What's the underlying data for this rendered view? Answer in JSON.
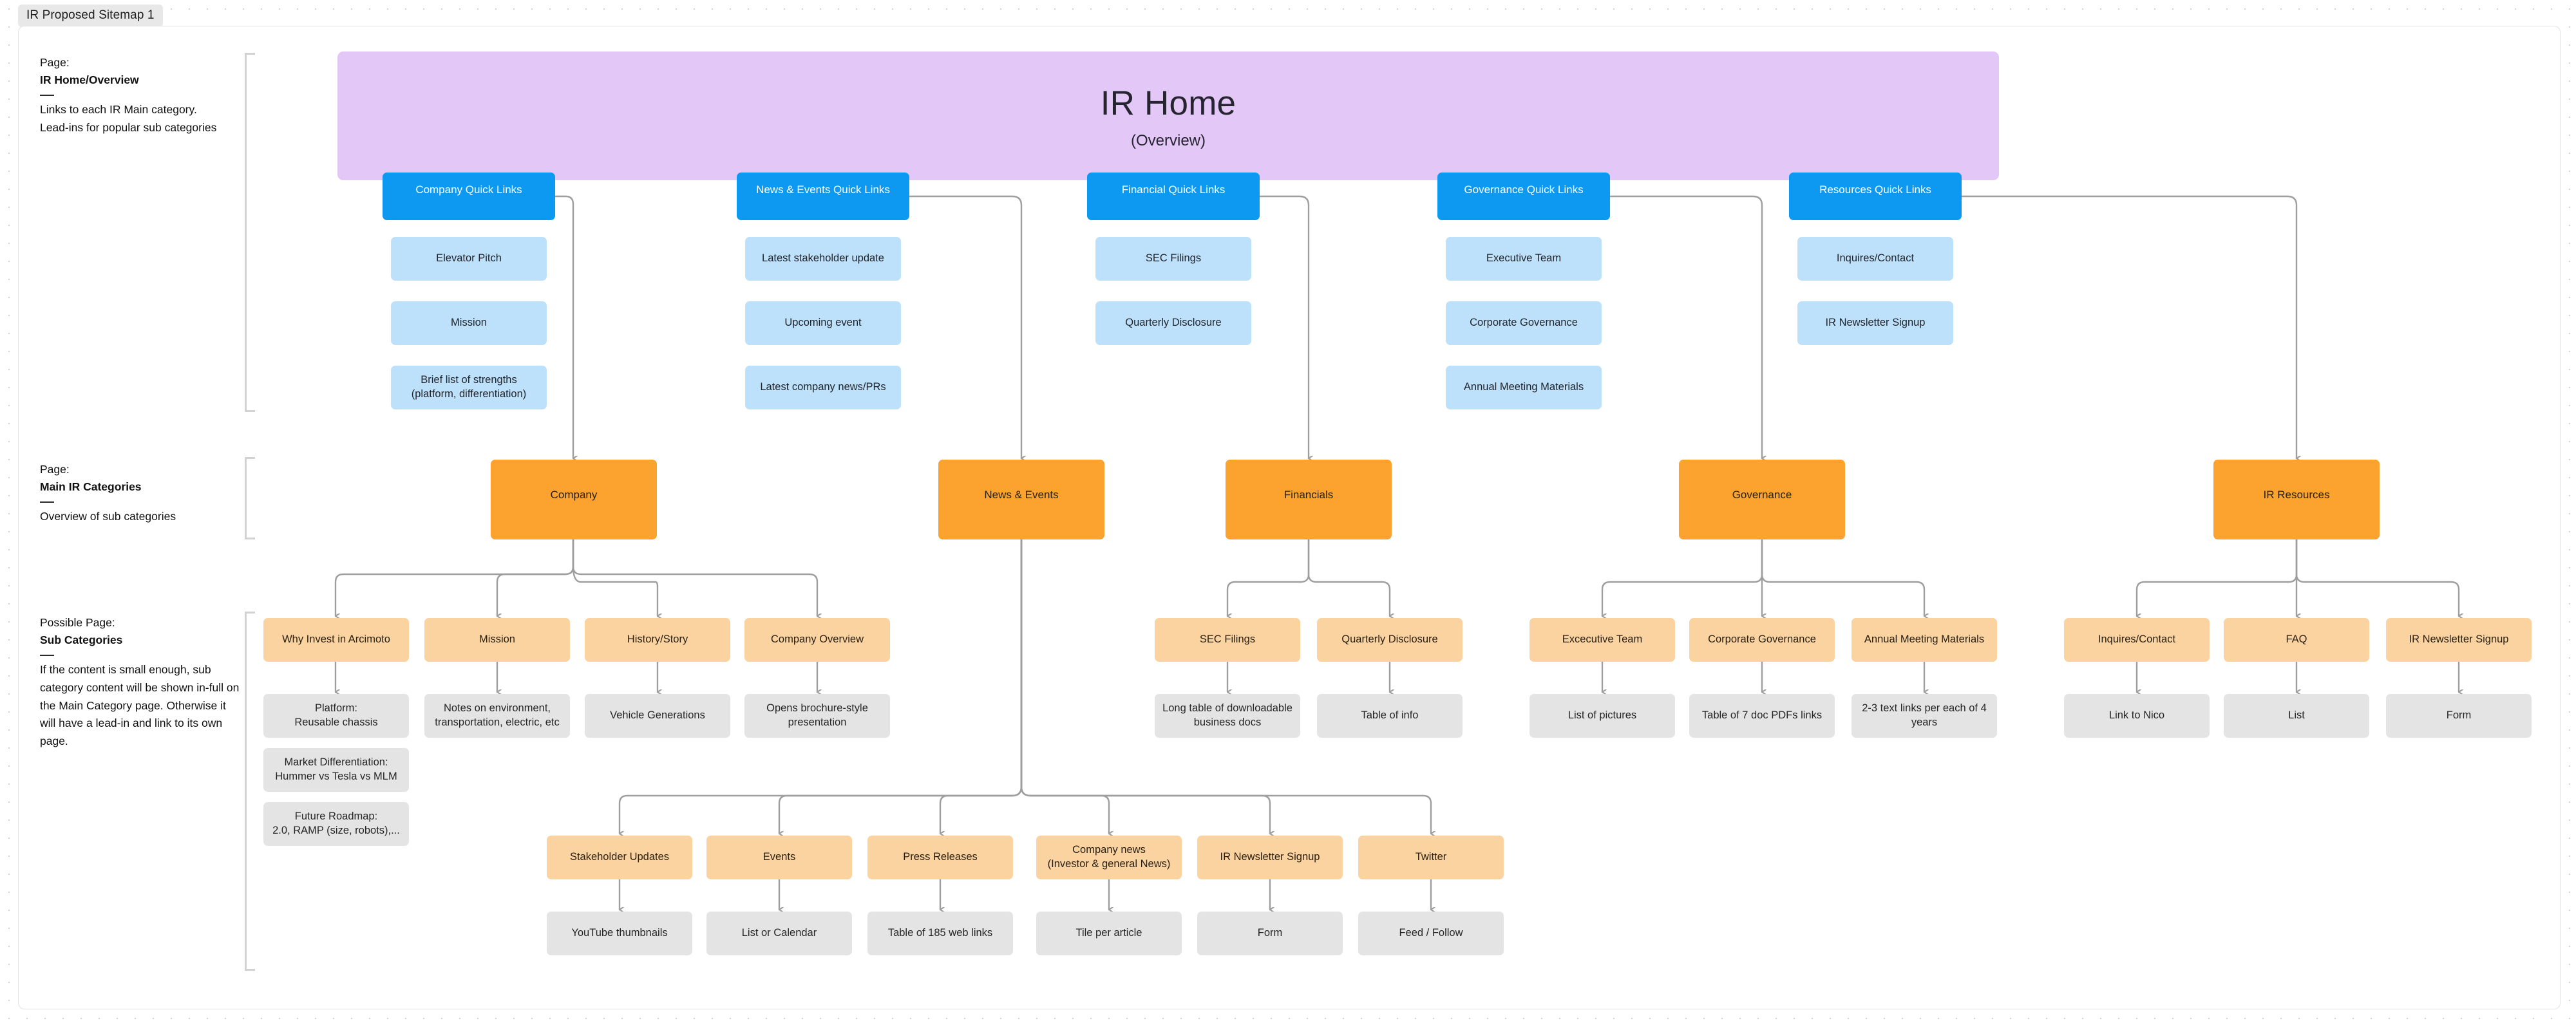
{
  "frame": {
    "tab_label": "IR Proposed Sitemap 1"
  },
  "annotations": [
    {
      "kicker": "Page:",
      "title": "IR Home/Overview",
      "body": "Links to each IR Main category.\nLead-ins for popular sub categories"
    },
    {
      "kicker": "Page:",
      "title": "Main IR Categories",
      "body": "Overview of sub categories"
    },
    {
      "kicker": "Possible Page:",
      "title": "Sub Categories",
      "body": "If the content is small enough, sub category content will be shown in-full on the Main Category page. Otherwise it will have a lead-in and link to its own page."
    }
  ],
  "hero": {
    "title": "IR Home",
    "subtitle": "(Overview)"
  },
  "quick_links": [
    {
      "header": "Company Quick Links",
      "items": [
        "Elevator Pitch",
        "Mission",
        "Brief list of strengths\n(platform, differentiation)"
      ]
    },
    {
      "header": "News & Events Quick Links",
      "items": [
        "Latest stakeholder update",
        "Upcoming event",
        "Latest company news/PRs"
      ]
    },
    {
      "header": "Financial Quick Links",
      "items": [
        "SEC Filings",
        "Quarterly Disclosure"
      ]
    },
    {
      "header": "Governance Quick Links",
      "items": [
        "Executive Team",
        "Corporate Governance",
        "Annual Meeting Materials"
      ]
    },
    {
      "header": "Resources Quick Links",
      "items": [
        "Inquires/Contact",
        "IR Newsletter Signup"
      ]
    }
  ],
  "categories": [
    {
      "label": "Company"
    },
    {
      "label": "News & Events"
    },
    {
      "label": "Financials"
    },
    {
      "label": "Governance"
    },
    {
      "label": "IR Resources"
    }
  ],
  "company_subs": [
    {
      "label": "Why Invest in Arcimoto",
      "leaves": [
        "Platform:\nReusable chassis",
        "Market Differentiation:\nHummer vs Tesla vs MLM",
        "Future Roadmap:\n2.0, RAMP (size, robots),..."
      ]
    },
    {
      "label": "Mission",
      "leaves": [
        "Notes on environment,\ntransportation, electric, etc"
      ]
    },
    {
      "label": "History/Story",
      "leaves": [
        "Vehicle Generations"
      ]
    },
    {
      "label": "Company Overview",
      "leaves": [
        "Opens brochure-style\npresentation"
      ]
    }
  ],
  "financials_subs": [
    {
      "label": "SEC Filings",
      "leaves": [
        "Long table of downloadable\nbusiness docs"
      ]
    },
    {
      "label": "Quarterly Disclosure",
      "leaves": [
        "Table of info"
      ]
    }
  ],
  "governance_subs": [
    {
      "label": "Excecutive Team",
      "leaves": [
        "List of pictures"
      ]
    },
    {
      "label": "Corporate Governance",
      "leaves": [
        "Table of 7 doc PDFs links"
      ]
    },
    {
      "label": "Annual Meeting Materials",
      "leaves": [
        "2-3 text links per each of 4\nyears"
      ]
    }
  ],
  "resources_subs": [
    {
      "label": "Inquires/Contact",
      "leaves": [
        "Link to Nico"
      ]
    },
    {
      "label": "FAQ",
      "leaves": [
        "List"
      ]
    },
    {
      "label": "IR Newsletter Signup",
      "leaves": [
        "Form"
      ]
    }
  ],
  "news_subs": [
    {
      "label": "Stakeholder Updates",
      "leaves": [
        "YouTube thumbnails"
      ]
    },
    {
      "label": "Events",
      "leaves": [
        "List or Calendar"
      ]
    },
    {
      "label": "Press Releases",
      "leaves": [
        "Table of 185 web links"
      ]
    },
    {
      "label": "Company news\n(Investor & general News)",
      "leaves": [
        "Tile per article"
      ]
    },
    {
      "label": "IR Newsletter Signup",
      "leaves": [
        "Form"
      ]
    },
    {
      "label": "Twitter",
      "leaves": [
        "Feed / Follow"
      ]
    }
  ],
  "colors": {
    "hero": "#e3c7f7",
    "quick_link_header": "#0d99f2",
    "quick_link_item": "#bee1fb",
    "category": "#fba22f",
    "sub_category": "#fbd3a1",
    "leaf": "#e4e4e4",
    "connector": "#9e9e9e"
  }
}
